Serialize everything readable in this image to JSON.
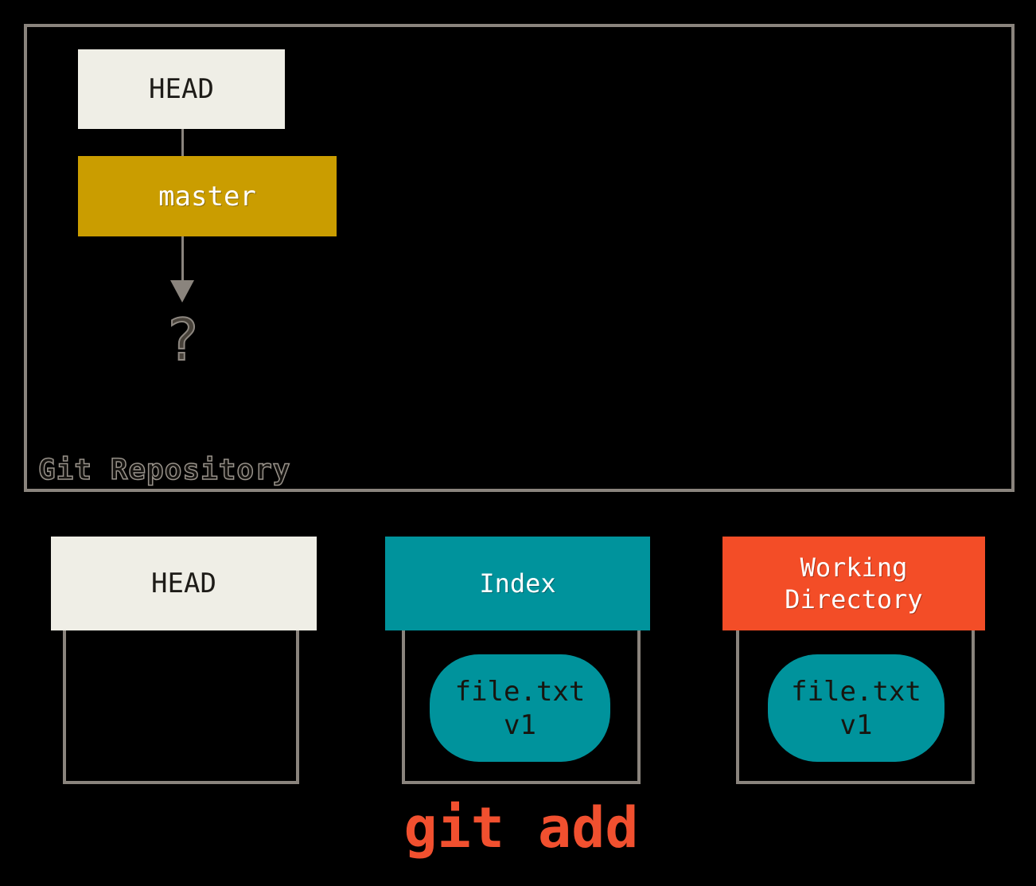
{
  "colors": {
    "background": "#000000",
    "frame_gray": "#8A847D",
    "cream": "#EFEEE6",
    "gold": "#CA9D00",
    "teal": "#00939C",
    "orange": "#F34D27",
    "command_orange": "#F1502F",
    "dark_text": "#1E1C18",
    "white_text": "#FFFFFF"
  },
  "repository": {
    "label": "Git Repository",
    "head_ref": "HEAD",
    "branch_ref": "master",
    "unknown_commit": "?"
  },
  "columns": {
    "head": {
      "label": "HEAD"
    },
    "index": {
      "label": "Index",
      "file": {
        "name": "file.txt",
        "version": "v1"
      }
    },
    "working_directory": {
      "label": "Working\nDirectory",
      "file": {
        "name": "file.txt",
        "version": "v1"
      }
    }
  },
  "command": {
    "text": "git add"
  }
}
